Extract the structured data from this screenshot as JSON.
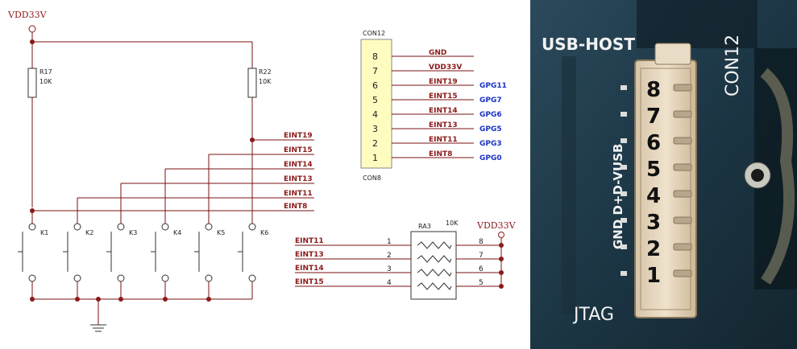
{
  "schematic": {
    "vdd_left": "VDD33V",
    "resistor_r17": {
      "ref": "R17",
      "value": "10K"
    },
    "resistor_r22": {
      "ref": "R22",
      "value": "10K"
    },
    "eint_labels": [
      "EINT19",
      "EINT15",
      "EINT14",
      "EINT13",
      "EINT11",
      "EINT8"
    ],
    "keys": [
      "K1",
      "K2",
      "K3",
      "K4",
      "K5",
      "K6"
    ]
  },
  "connector": {
    "title_top": "CON12",
    "title_bottom": "CON8",
    "pins": [
      {
        "num": "8",
        "signal": "GND",
        "gpio": ""
      },
      {
        "num": "7",
        "signal": "VDD33V",
        "gpio": ""
      },
      {
        "num": "6",
        "signal": "EINT19",
        "gpio": "GPG11"
      },
      {
        "num": "5",
        "signal": "EINT15",
        "gpio": "GPG7"
      },
      {
        "num": "4",
        "signal": "EINT14",
        "gpio": "GPG6"
      },
      {
        "num": "3",
        "signal": "EINT13",
        "gpio": "GPG5"
      },
      {
        "num": "2",
        "signal": "EINT11",
        "gpio": "GPG3"
      },
      {
        "num": "1",
        "signal": "EINT8",
        "gpio": "GPG0"
      }
    ]
  },
  "resistor_array": {
    "ref": "RA3",
    "value": "10K",
    "vdd": "VDD33V",
    "rows": [
      {
        "signal": "EINT11",
        "left_pin": "1",
        "right_pin": "8"
      },
      {
        "signal": "EINT13",
        "left_pin": "2",
        "right_pin": "7"
      },
      {
        "signal": "EINT14",
        "left_pin": "3",
        "right_pin": "6"
      },
      {
        "signal": "EINT15",
        "left_pin": "4",
        "right_pin": "5"
      }
    ]
  },
  "photo": {
    "usb_host_label": "USB-HOST",
    "con12_label": "CON12",
    "silk_vertical": "GND D+D-VUSB",
    "jtag_label": "JTAG",
    "pin_numbers": [
      "8",
      "7",
      "6",
      "5",
      "4",
      "3",
      "2",
      "1"
    ],
    "colors": {
      "board": "#1f3a4a",
      "connector": "#e8d8c0",
      "silk": "#f2f2f2"
    }
  }
}
